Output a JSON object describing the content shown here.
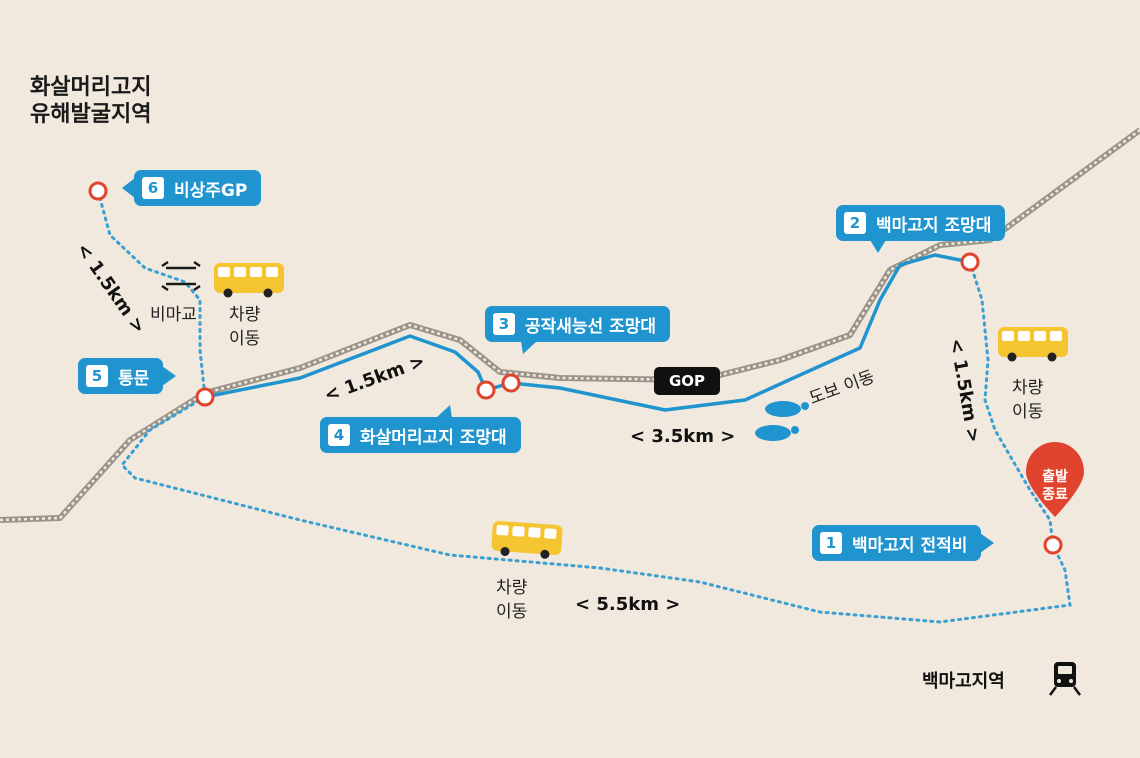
{
  "title": {
    "line1": "화살머리고지",
    "line2": "유해발굴지역"
  },
  "stops": [
    {
      "num": "1",
      "name": "백마고지 전적비"
    },
    {
      "num": "2",
      "name": "백마고지 조망대"
    },
    {
      "num": "3",
      "name": "공작새능선 조망대"
    },
    {
      "num": "4",
      "name": "화살머리고지 조망대"
    },
    {
      "num": "5",
      "name": "통문"
    },
    {
      "num": "6",
      "name": "비상주GP"
    }
  ],
  "distances": {
    "left_vertical": "< 1.5km >",
    "mid": "< 1.5km >",
    "right_vertical": "< 1.5km >",
    "walk": "< 3.5km >",
    "bottom": "< 5.5km >"
  },
  "labels": {
    "bridge": "비마교",
    "vehicle_line1": "차량",
    "vehicle_line2": "이동",
    "walk": "도보 이동",
    "gop": "GOP",
    "start_line1": "출발",
    "start_line2": "종료",
    "station": "백마고지역"
  },
  "colors": {
    "background": "#f1e9dd",
    "route_blue": "#1f94cf",
    "marker_red": "#e0442f",
    "bus_yellow": "#f5c431",
    "fence": "#9a938a"
  },
  "icons": [
    "bus-icon",
    "footprints-icon",
    "bridge-icon",
    "train-icon",
    "location-pin-icon"
  ]
}
